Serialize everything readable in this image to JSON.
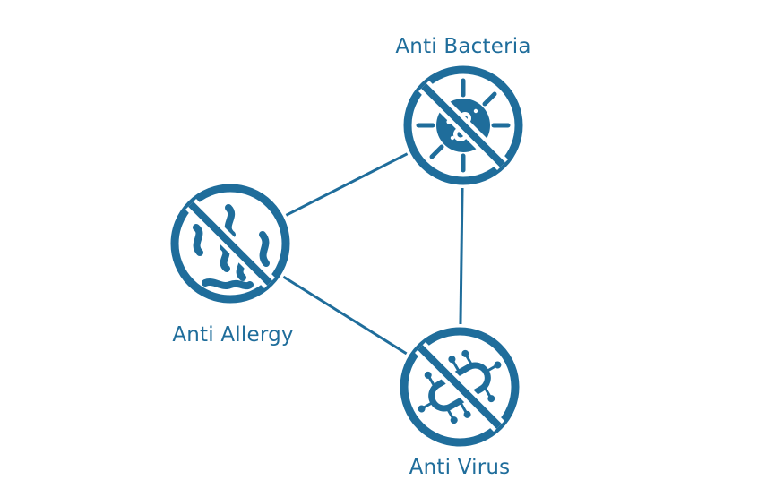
{
  "colors": {
    "primary": "#1f6d9b",
    "background": "#ffffff"
  },
  "nodes": [
    {
      "id": "bacteria",
      "label": "Anti Bacteria",
      "icon": "crossed-bacteria-icon"
    },
    {
      "id": "allergy",
      "label": "Anti Allergy",
      "icon": "crossed-allergen-icon"
    },
    {
      "id": "virus",
      "label": "Anti Virus",
      "icon": "crossed-virus-icon"
    }
  ],
  "edges": [
    {
      "from": "bacteria",
      "to": "allergy"
    },
    {
      "from": "bacteria",
      "to": "virus"
    },
    {
      "from": "allergy",
      "to": "virus"
    }
  ]
}
